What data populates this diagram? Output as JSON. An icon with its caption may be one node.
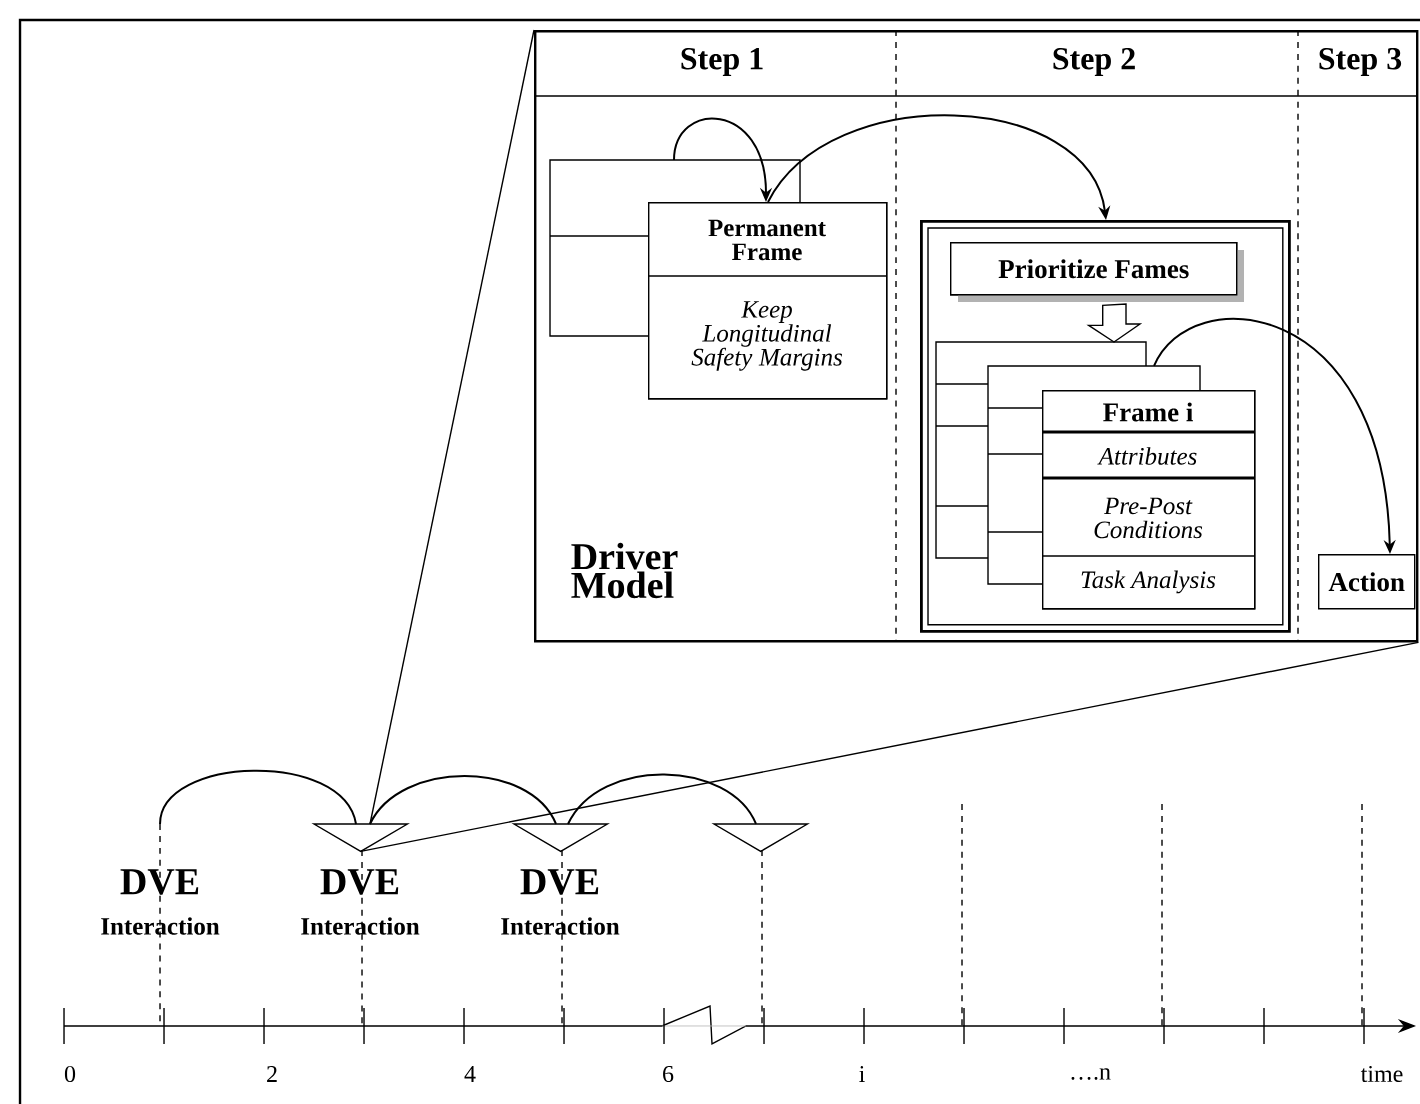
{
  "diagram": {
    "nodes": [
      {
        "text": [
          "Driver Model"
        ]
      },
      {
        "text": [
          "Permanent Frame",
          "Keep Longitudinal Safety Margins"
        ],
        "in": 0
      },
      {
        "text": [],
        "shape": "box",
        "in": 0
      },
      {
        "text": [
          "Prioritize Fames"
        ],
        "in": 2
      },
      {
        "text": [
          "Frame i",
          "Attributes",
          "Pre-Post Conditions",
          "Task Analysis"
        ],
        "in": 2
      },
      {
        "text": [
          "Action"
        ],
        "in": 0
      },
      {
        "text": [],
        "shape": "triangle"
      },
      {
        "text": [],
        "shape": "triangle"
      },
      {
        "text": [],
        "shape": "triangle"
      }
    ],
    "edges": [
      {
        "from": 1,
        "to": 1,
        "arrow": "to"
      },
      {
        "from": 1,
        "to": 2,
        "arrow": "to"
      },
      {
        "from": 3,
        "to": 4,
        "arrow": "to"
      },
      {
        "from": 4,
        "to": 5,
        "arrow": "to"
      },
      {
        "from": null,
        "to": 6,
        "arrow": "none"
      },
      {
        "from": 6,
        "to": 7,
        "arrow": "none"
      },
      {
        "from": 7,
        "to": 8,
        "arrow": "none"
      },
      {
        "from": 6,
        "to": 0,
        "arrow": "none"
      },
      {
        "from": 6,
        "to": 0,
        "arrow": "none"
      }
    ],
    "labels": [
      "Step 1",
      "Step 2",
      "Step 3",
      "DVE",
      "Interaction",
      "DVE",
      "Interaction",
      "DVE",
      "Interaction",
      "0",
      "2",
      "4",
      "6",
      "i",
      "….n",
      "time"
    ]
  }
}
